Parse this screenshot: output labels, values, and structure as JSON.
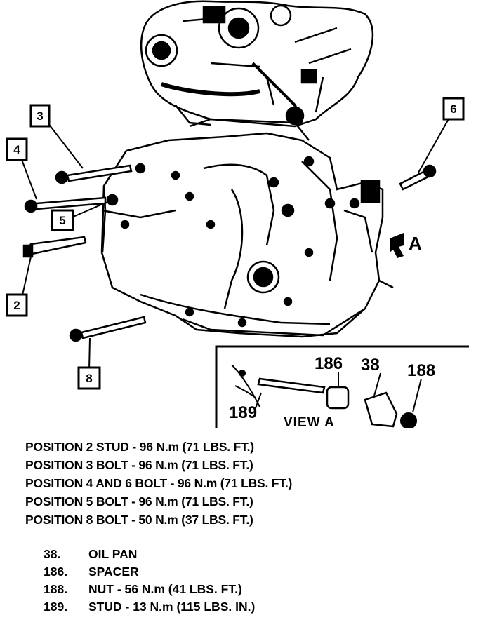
{
  "diagram": {
    "callouts": [
      "3",
      "4",
      "5",
      "2",
      "8",
      "6"
    ],
    "view_a": {
      "title": "VIEW A",
      "parts": [
        "186",
        "38",
        "188",
        "189"
      ]
    },
    "direction_label": "A"
  },
  "specs": [
    "POSITION 2 STUD - 96 N.m (71 LBS. FT.)",
    "POSITION 3 BOLT - 96 N.m (71 LBS. FT.)",
    "POSITION 4 AND 6 BOLT - 96 N.m (71 LBS. FT.)",
    "POSITION 5 BOLT - 96 N.m (71 LBS. FT.)",
    "POSITION 8 BOLT - 50 N.m (37 LBS. FT.)"
  ],
  "legend": [
    {
      "num": "38.",
      "desc": "OIL PAN"
    },
    {
      "num": "186.",
      "desc": "SPACER"
    },
    {
      "num": "188.",
      "desc": "NUT - 56 N.m (41 LBS. FT.)"
    },
    {
      "num": "189.",
      "desc": "STUD - 13 N.m (115 LBS. IN.)"
    }
  ]
}
